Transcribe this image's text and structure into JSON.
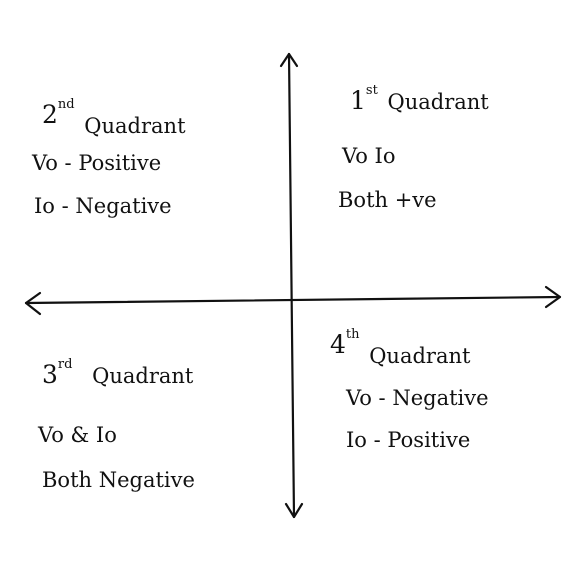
{
  "quadrants": {
    "q1": {
      "number": "1",
      "suffix": "st",
      "word": "Quadrant",
      "line1": "Vo Io",
      "line2": "Both +ve"
    },
    "q2": {
      "number": "2",
      "suffix": "nd",
      "word": "Quadrant",
      "line1": "Vo - Positive",
      "line2": "Io - Negative"
    },
    "q3": {
      "number": "3",
      "suffix": "rd",
      "word": "Quadrant",
      "line1": "Vo & Io",
      "line2": "Both Negative"
    },
    "q4": {
      "number": "4",
      "suffix": "th",
      "word": "Quadrant",
      "line1": "Vo - Negative",
      "line2": "Io - Positive"
    }
  },
  "colors": {
    "ink": "#111111",
    "background": "#ffffff"
  }
}
